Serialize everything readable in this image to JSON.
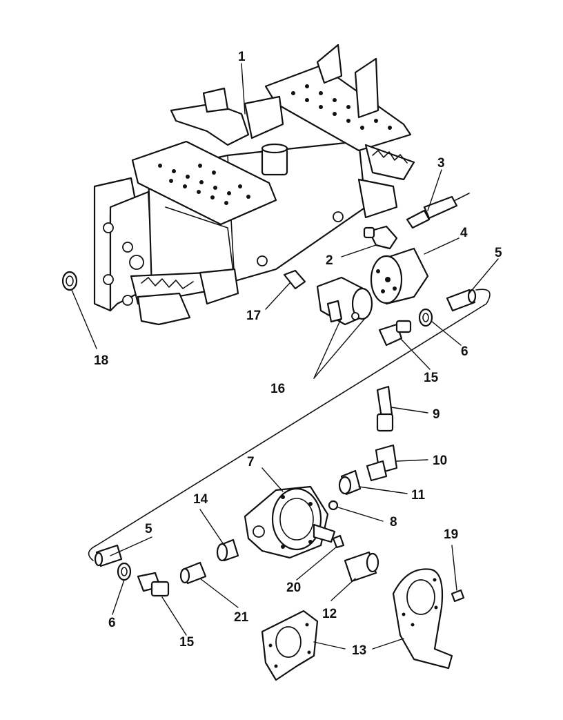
{
  "callouts": {
    "c1": "1",
    "c2": "2",
    "c3": "3",
    "c4": "4",
    "c5a": "5",
    "c5b": "5",
    "c6a": "6",
    "c6b": "6",
    "c7": "7",
    "c8": "8",
    "c9": "9",
    "c10": "10",
    "c11": "11",
    "c12": "12",
    "c13": "13",
    "c14": "14",
    "c15a": "15",
    "c15b": "15",
    "c16": "16",
    "c17": "17",
    "c18": "18",
    "c19": "19",
    "c20": "20",
    "c21": "21"
  },
  "colors": {
    "line": "#111111",
    "background": "#ffffff"
  }
}
